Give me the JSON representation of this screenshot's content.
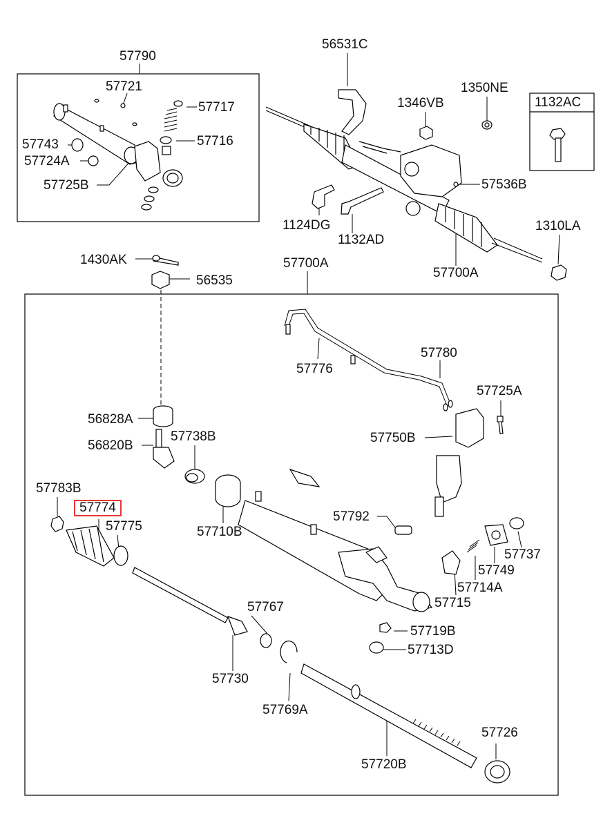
{
  "labels": {
    "l57790": "57790",
    "l57721": "57721",
    "l57717": "57717",
    "l57716": "57716",
    "l57743": "57743",
    "l57724A": "57724A",
    "l57725B": "57725B",
    "l56531C": "56531C",
    "l1346VB": "1346VB",
    "l1350NE": "1350NE",
    "l1132AC": "1132AC",
    "l57536B": "57536B",
    "l1124DG": "1124DG",
    "l1132AD": "1132AD",
    "l1310LA": "1310LA",
    "l57700A_top": "57700A",
    "l1430AK": "1430AK",
    "l56535": "56535",
    "l57700A_box": "57700A",
    "l57776": "57776",
    "l57780": "57780",
    "l57725A": "57725A",
    "l56828A": "56828A",
    "l57750B": "57750B",
    "l56820B": "56820B",
    "l57738B": "57738B",
    "l57783B": "57783B",
    "l57774": "57774",
    "l57775": "57775",
    "l57710B": "57710B",
    "l57792": "57792",
    "l57737": "57737",
    "l57749": "57749",
    "l57714A": "57714A",
    "l57715": "57715",
    "l57767": "57767",
    "l57719B": "57719B",
    "l57713D": "57713D",
    "l57730": "57730",
    "l57769A": "57769A",
    "l57726": "57726",
    "l57720B": "57720B"
  },
  "highlighted_part": "57774",
  "colors": {
    "highlight_border": "#e53935",
    "line": "#000000",
    "background": "#ffffff"
  }
}
